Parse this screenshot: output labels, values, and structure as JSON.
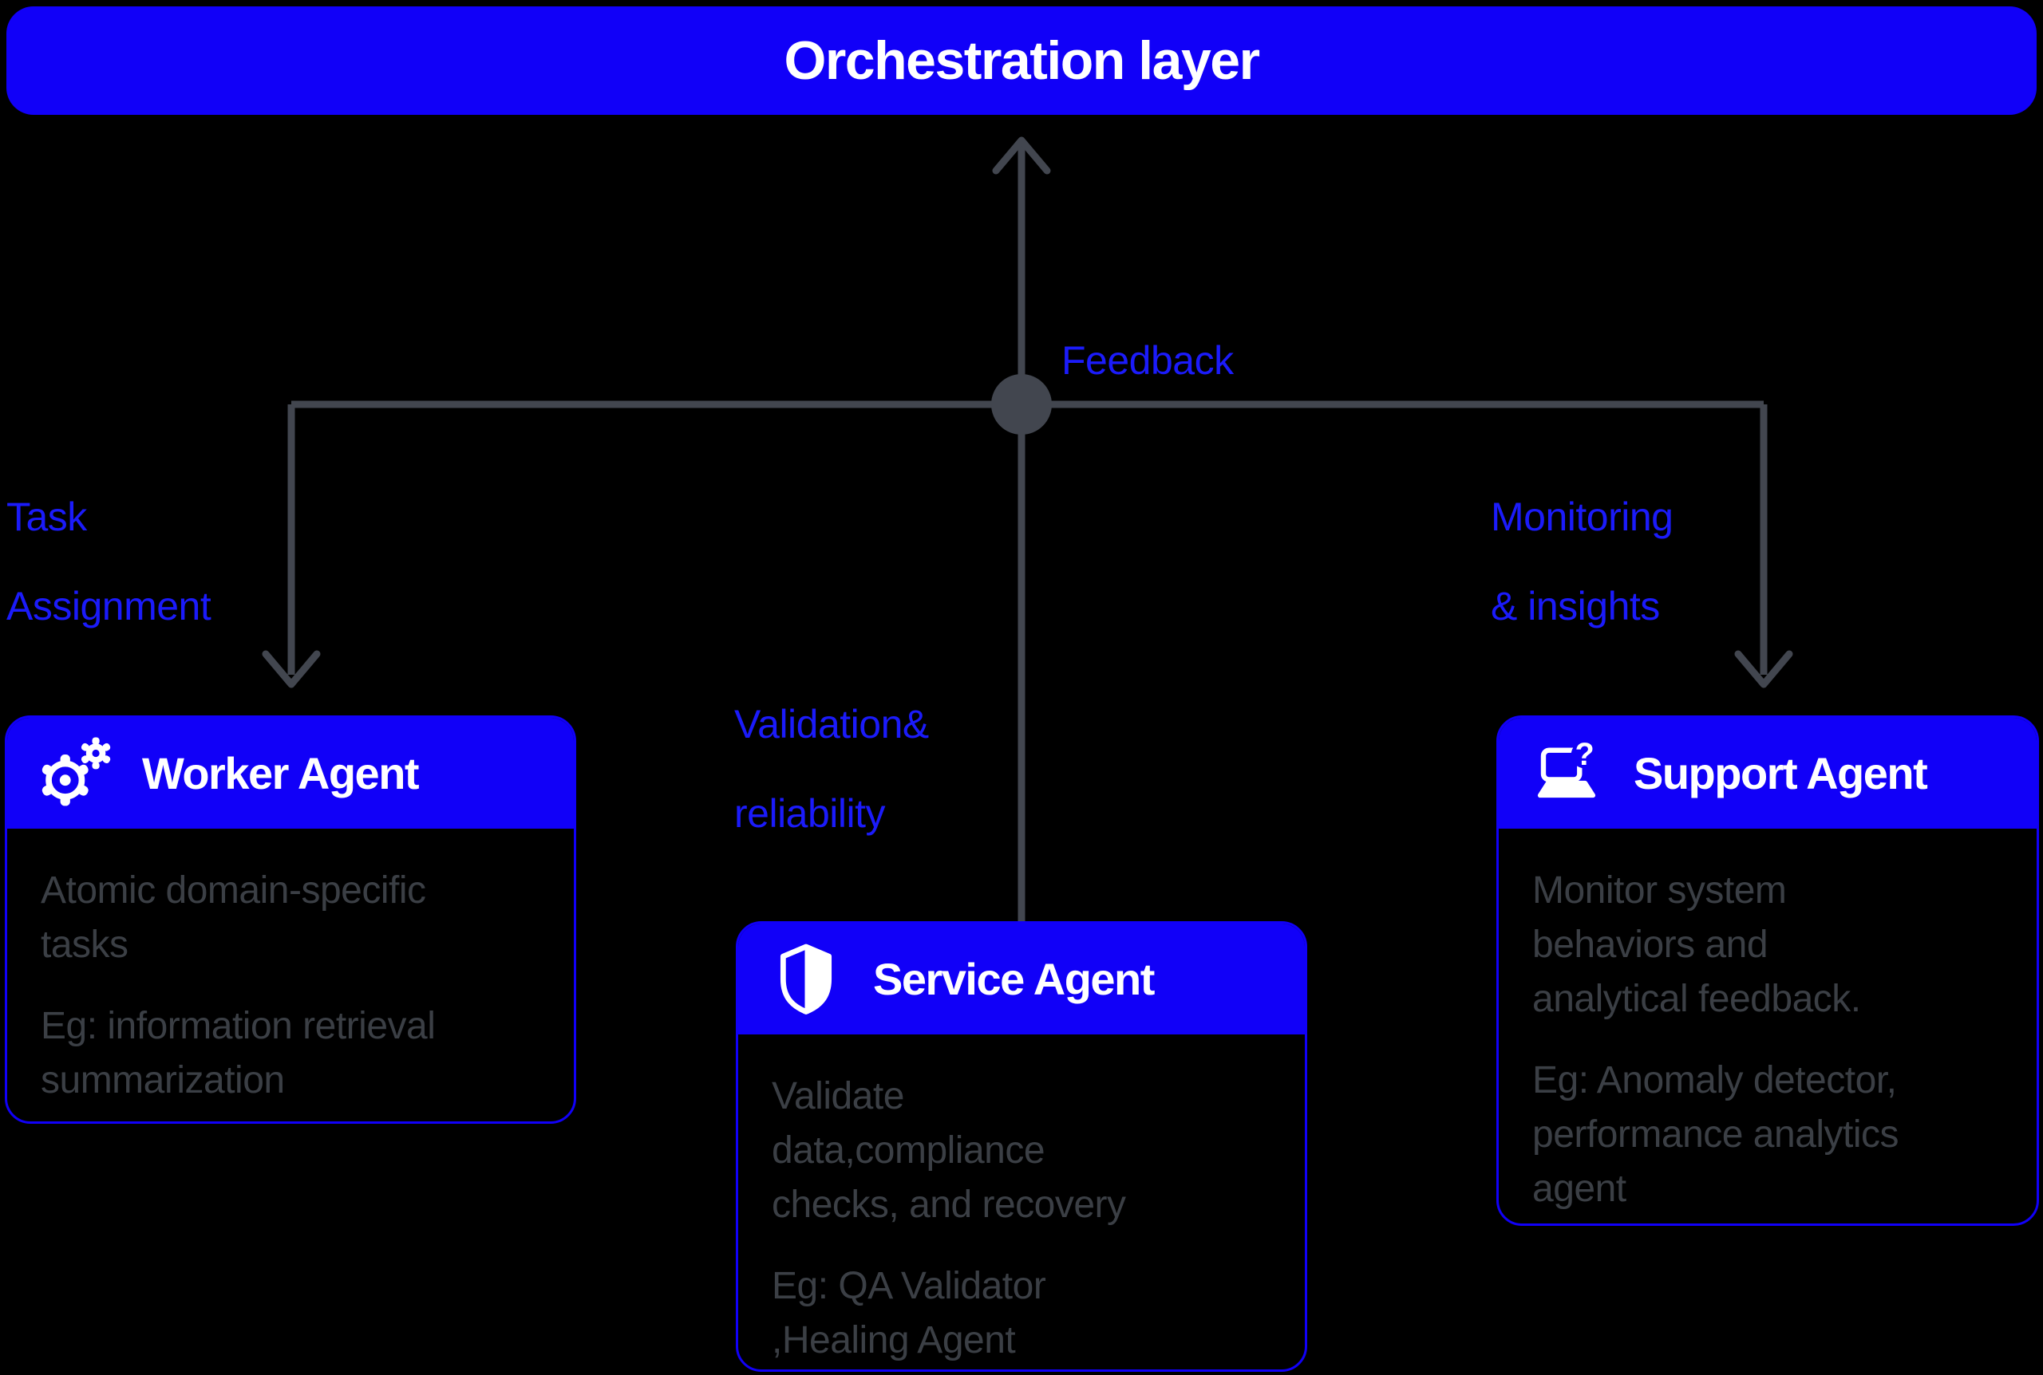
{
  "colors": {
    "background": "#000000",
    "primary_blue": "#1100F8",
    "label_blue": "#1B1BFA",
    "connector_gray": "#42464F",
    "body_text_gray": "#3B3F45",
    "card_text_white": "#FFFFFF"
  },
  "banner": {
    "title": "Orchestration layer"
  },
  "connector_labels": {
    "feedback": "Feedback",
    "task_assignment": "Task\nAssignment",
    "monitoring": "Monitoring\n& insights",
    "validation": "Validation&\nreliability"
  },
  "cards": [
    {
      "id": "worker",
      "icon": "gears-icon",
      "title": "Worker Agent",
      "description": "Atomic domain-specific\ntasks",
      "example": "Eg: information retrieval\nsummarization"
    },
    {
      "id": "service",
      "icon": "shield-icon",
      "title": "Service Agent",
      "description": "Validate\ndata,compliance\nchecks, and recovery",
      "example": "Eg: QA Validator\n,Healing Agent"
    },
    {
      "id": "support",
      "icon": "laptop-question-icon",
      "title": "Support Agent",
      "description": "Monitor system\nbehaviors and\nanalytical feedback.",
      "example": "Eg: Anomaly detector,\nperformance analytics\nagent"
    }
  ]
}
